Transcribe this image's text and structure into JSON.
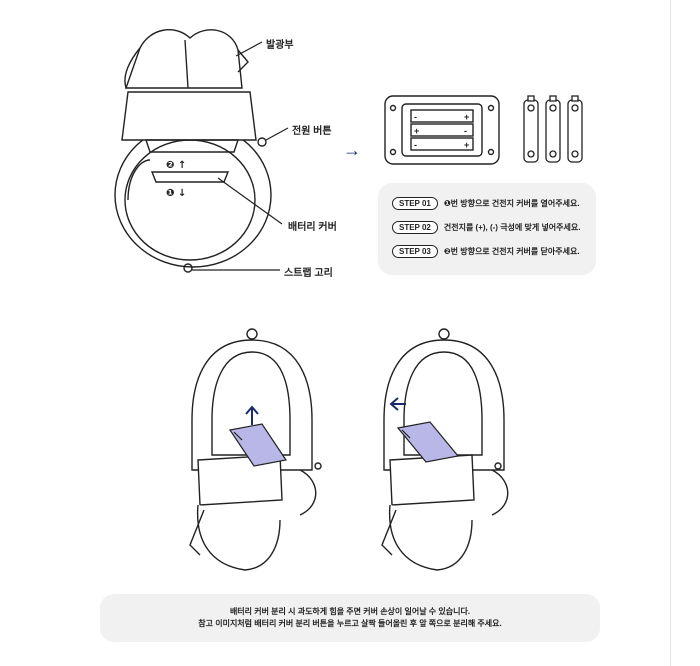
{
  "labels": {
    "light_part": "발광부",
    "power_button": "전원 버튼",
    "battery_cover": "배터리 커버",
    "strap_ring": "스트랩 고리"
  },
  "cover_directions": {
    "open": "❷ ↑",
    "close": "❶ ↓"
  },
  "battery_compartment": {
    "rows": [
      {
        "left": "-",
        "right": "+"
      },
      {
        "left": "+",
        "right": "-"
      },
      {
        "left": "-",
        "right": "+"
      }
    ]
  },
  "flow_arrow": "→",
  "steps": [
    {
      "tag": "STEP 01",
      "text": "❶번 방향으로 건전지 커버를 열어주세요."
    },
    {
      "tag": "STEP 02",
      "text": "건전지를 (+), (-) 극성에 맞게 넣어주세요."
    },
    {
      "tag": "STEP 03",
      "text": "❷번 방향으로 건전지 커버를 닫아주세요."
    }
  ],
  "note": {
    "line1": "배터리 커버 분리 시 과도하게 힘을 주면 커버 손상이 일어날 수 있습니다.",
    "line2": "참고 이미지처럼 배터리 커버 분리 버튼을 누르고 살짝 들어올린 후 앞 쪽으로 분리해 주세요."
  },
  "colors": {
    "accent_arrow": "#1a2a6c",
    "cover_highlight": "#b9b6e8",
    "box_background": "#f1f1f1"
  }
}
